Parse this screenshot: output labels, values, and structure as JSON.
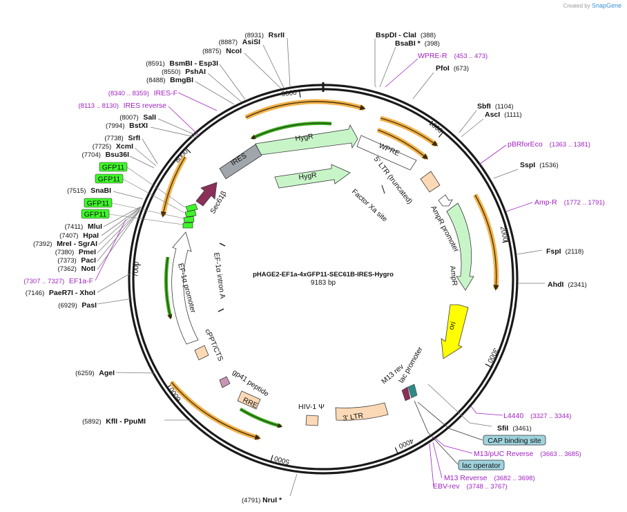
{
  "watermark": {
    "created_by": "Created by",
    "brand": "SnapGene"
  },
  "plasmid": {
    "name": "pHAGE2-EF1a-4xGFP11-SEC61B-IRES-Hygro",
    "size": "9183 bp"
  },
  "ticks": [
    "1000",
    "2000",
    "3000",
    "4000",
    "5000",
    "6000",
    "7000",
    "8000",
    "9000"
  ],
  "sites_right": [
    {
      "name": "BspDI - ClaI",
      "pos": "(388)"
    },
    {
      "name": "BsaBI *",
      "pos": "(398)"
    },
    {
      "name": "PfoI",
      "pos": "(673)"
    },
    {
      "name": "SbfI",
      "pos": "(1104)"
    },
    {
      "name": "AscI",
      "pos": "(1111)"
    },
    {
      "name": "SspI",
      "pos": "(1536)"
    },
    {
      "name": "FspI",
      "pos": "(2118)"
    },
    {
      "name": "AhdI",
      "pos": "(2341)"
    },
    {
      "name": "SfiI",
      "pos": "(3461)"
    },
    {
      "name": "NruI *",
      "pos": "(4791)"
    }
  ],
  "sites_left": [
    {
      "name": "RsrII",
      "pos": "(8931)"
    },
    {
      "name": "AsiSI",
      "pos": "(8887)"
    },
    {
      "name": "NcoI",
      "pos": "(8875)"
    },
    {
      "name": "BsmBI - Esp3I",
      "pos": "(8591)"
    },
    {
      "name": "PshAI",
      "pos": "(8550)"
    },
    {
      "name": "BmgBI",
      "pos": "(8488)"
    },
    {
      "name": "SalI",
      "pos": "(8007)"
    },
    {
      "name": "BstXI",
      "pos": "(7994)"
    },
    {
      "name": "SrfI",
      "pos": "(7738)"
    },
    {
      "name": "XcmI",
      "pos": "(7725)"
    },
    {
      "name": "Bsu36I",
      "pos": "(7704)"
    },
    {
      "name": "SnaBI",
      "pos": "(7515)"
    },
    {
      "name": "MluI",
      "pos": "(7411)"
    },
    {
      "name": "HpaI",
      "pos": "(7407)"
    },
    {
      "name": "MreI - SgrAI",
      "pos": "(7392)"
    },
    {
      "name": "PmeI",
      "pos": "(7380)"
    },
    {
      "name": "PacI",
      "pos": "(7373)"
    },
    {
      "name": "NotI",
      "pos": "(7362)"
    },
    {
      "name": "PaeR7I - XhoI",
      "pos": "(7146)"
    },
    {
      "name": "PasI",
      "pos": "(6929)"
    },
    {
      "name": "AgeI",
      "pos": "(6259)"
    },
    {
      "name": "KflI - PpuMI",
      "pos": "(5892)"
    }
  ],
  "primers": [
    {
      "name": "WPRE-R",
      "pos": "(453 .. 473)"
    },
    {
      "name": "pBRforEco",
      "pos": "(1363 .. 1381)"
    },
    {
      "name": "Amp-R",
      "pos": "(1772 .. 1791)"
    },
    {
      "name": "L4440",
      "pos": "(3327 .. 3344)"
    },
    {
      "name": "M13/pUC Reverse",
      "pos": "(3663 .. 3685)"
    },
    {
      "name": "M13 Reverse",
      "pos": "(3682 .. 3698)"
    },
    {
      "name": "EBV-rev",
      "pos": "(3748 .. 3767)"
    },
    {
      "name": "IRES-F",
      "pos": "(8340 .. 8359)"
    },
    {
      "name": "IRES reverse",
      "pos": "(8113 .. 8130)"
    },
    {
      "name": "EF1a-F",
      "pos": "(7307 .. 7327)"
    }
  ],
  "boxed_features": [
    "CAP binding site",
    "lac operator"
  ],
  "gfp_labels": [
    "GFP11",
    "GFP11",
    "GFP11",
    "GFP11"
  ],
  "features": {
    "hygr_outer": "HygR",
    "hygr_inner": "HygR",
    "ires": "IRES",
    "wpre": "WPRE",
    "ltr5": "5' LTR (truncated)",
    "factor_xa": "Factor Xa site",
    "ampr_promoter": "AmpR promoter",
    "ampr": "AmpR",
    "ori": "ori",
    "m13rev": "M13 rev",
    "lac_promoter": "lac promoter",
    "ltr3": "3' LTR",
    "hiv_psi": "HIV-1 Ψ",
    "rre": "RRE",
    "gp41": "gp41 peptide",
    "cppt": "cPPT/CTS",
    "ef1a_promoter": "EF-1α promoter",
    "ef1a_intron": "EF-1α intron A",
    "sec61b": "Sec61β"
  },
  "colors": {
    "ring": "#1a1a1a",
    "orange_arc": "#f2b24a",
    "green_arrow": "#3cab1e",
    "light_green": "#c8f5c8",
    "peach": "#fcd9b6",
    "yellow": "#ffff00",
    "grey": "#a0a6ab",
    "maroon": "#8b2f58",
    "purple": "#a020c0",
    "gfp": "#3ef52a",
    "teal_box": "#9fd3dd"
  }
}
